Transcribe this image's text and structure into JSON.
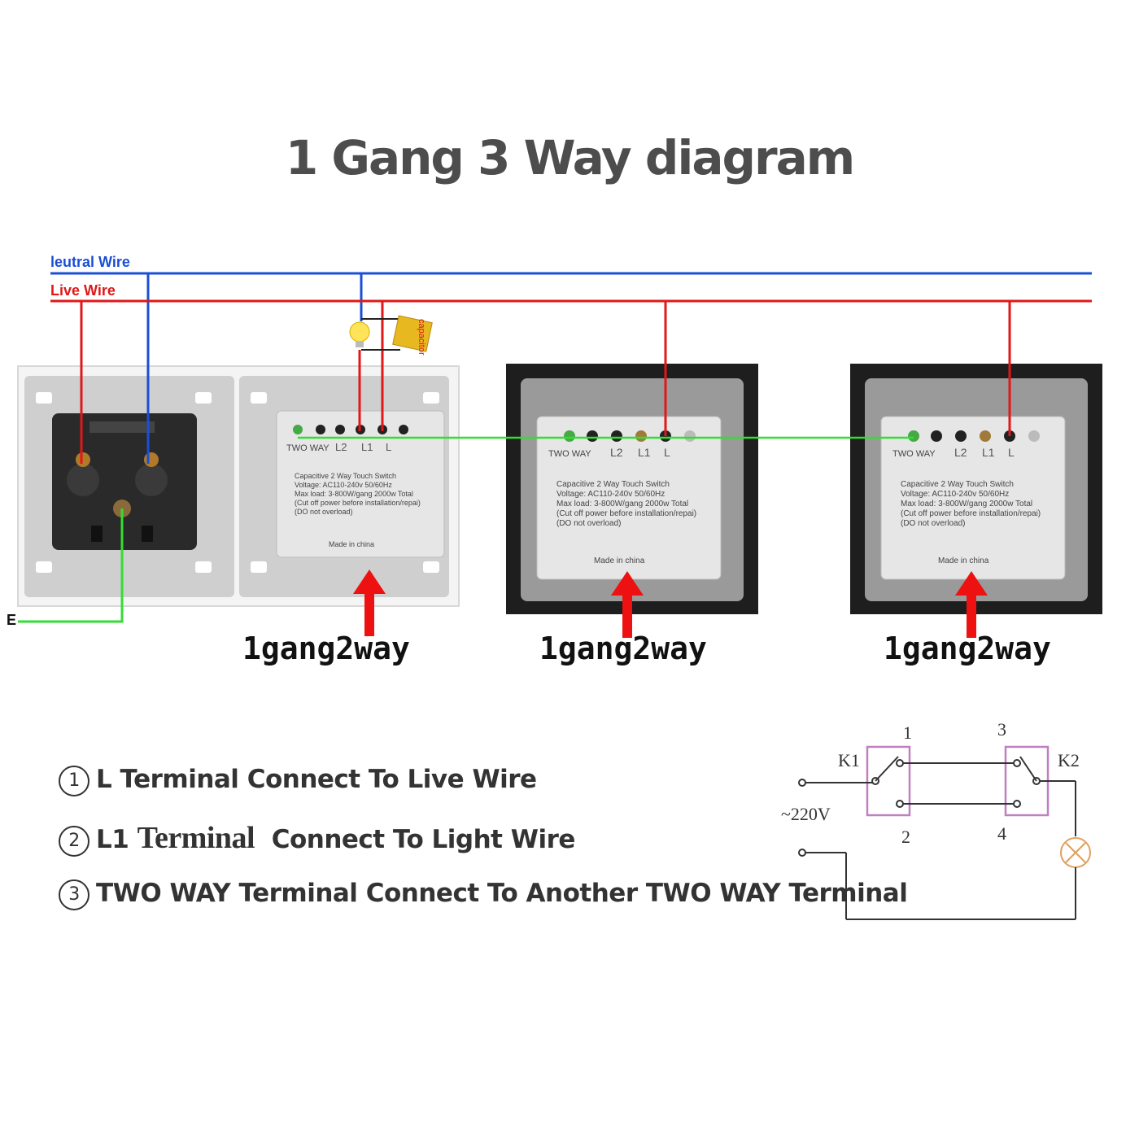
{
  "title": "1 Gang 3 Way diagram",
  "wires": {
    "neutral_label": "leutral Wire",
    "live_label": "Live Wire",
    "earth_label": "E",
    "neutral_color": "#1a4fd6",
    "live_color": "#e01818",
    "twoway_color": "#33dd33"
  },
  "capacitor_label": "capacitor",
  "module": {
    "brand": "TWO WAY",
    "terminal_l2": "L2",
    "terminal_l1": "L1",
    "terminal_l": "L",
    "line1": "Capacitive 2 Way Touch Switch",
    "line2": "Voltage: AC110-240v 50/60Hz",
    "line3": "Max load: 3-800W/gang 2000w Total",
    "line4": "(Cut off power before installation/repai)",
    "line5": "(DO not overload)",
    "made_in": "Made in china"
  },
  "switch_labels": [
    "1gang2way",
    "1gang2way",
    "1gang2way"
  ],
  "legend": {
    "item1_num": "1",
    "item1_text": "L Terminal Connect To Live Wire",
    "item2_num": "2",
    "item2_a": "L1",
    "item2_b": "Terminal",
    "item2_c": "Connect To Light Wire",
    "item3_num": "3",
    "item3_text": "TWO WAY Terminal Connect To Another TWO WAY Terminal"
  },
  "schematic": {
    "k1": "K1",
    "k2": "K2",
    "t1": "1",
    "t2": "2",
    "t3": "3",
    "t4": "4",
    "voltage": "~220V"
  }
}
